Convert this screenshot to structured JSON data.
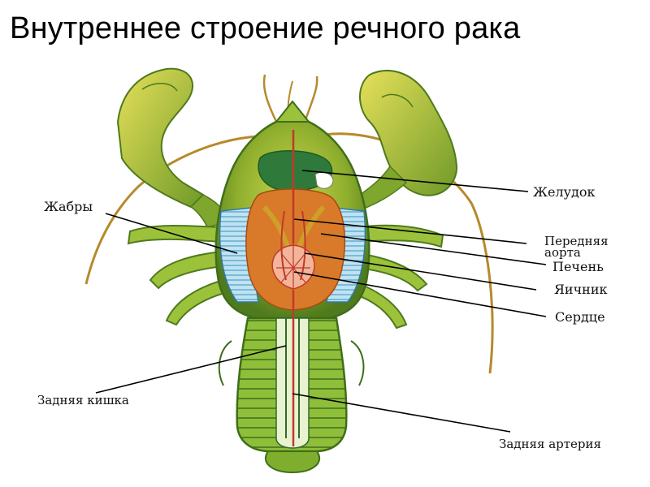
{
  "title": "Внутреннее строение речного рака",
  "labels": {
    "stomach": "Желудок",
    "gills": "Жабры",
    "anterior_aorta_line1": "Передняя",
    "anterior_aorta_line2": "аорта",
    "liver": "Печень",
    "ovary": "Яичник",
    "heart": "Сердце",
    "hindgut": "Задняя кишка",
    "posterior_artery": "Задняя артерия"
  }
}
